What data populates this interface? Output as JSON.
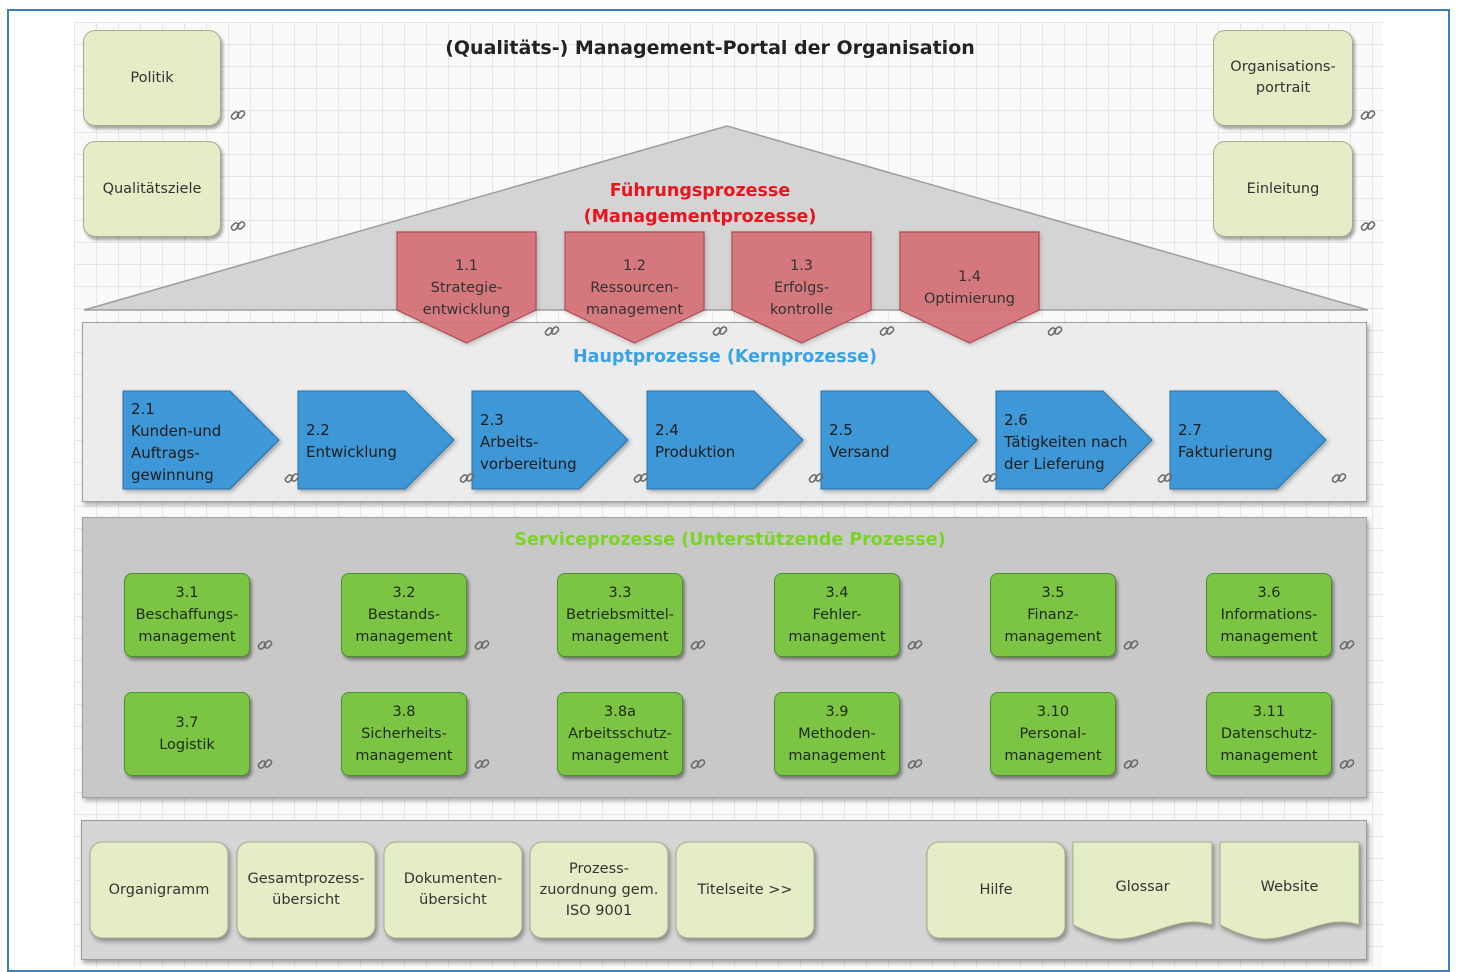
{
  "title": "(Qualitäts-) Management-Portal der Organisation",
  "left_boxes": [
    {
      "label": "Politik"
    },
    {
      "label": "Qualitätsziele"
    }
  ],
  "right_boxes": [
    {
      "label": "Organisations-\nportrait"
    },
    {
      "label": "Einleitung"
    }
  ],
  "management": {
    "title": "Führungsprozesse\n(Managementprozesse)",
    "color": "#e8141e",
    "items": [
      {
        "label": "1.1\nStrategie-\nentwicklung"
      },
      {
        "label": "1.2\nRessourcen-\nmanagement"
      },
      {
        "label": "1.3\nErfolgs-\nkontrolle"
      },
      {
        "label": "1.4\nOptimierung"
      }
    ]
  },
  "core": {
    "title": "Hauptprozesse (Kernprozesse)",
    "color": "#3ba3e5",
    "items": [
      {
        "label": "2.1\nKunden-und\nAuftrags-\ngewinnung"
      },
      {
        "label": "2.2\nEntwicklung"
      },
      {
        "label": "2.3\nArbeits-\nvorbereitung"
      },
      {
        "label": "2.4\nProduktion"
      },
      {
        "label": "2.5\nVersand"
      },
      {
        "label": "2.6\nTätigkeiten nach\nder Lieferung"
      },
      {
        "label": "2.7\nFakturierung"
      }
    ]
  },
  "service": {
    "title": "Serviceprozesse (Unterstützende Prozesse)",
    "color": "#7ad424",
    "items": [
      {
        "label": "3.1\nBeschaffungs-\nmanagement"
      },
      {
        "label": "3.2\nBestands-\nmanagement"
      },
      {
        "label": "3.3\nBetriebsmittel-\nmanagement"
      },
      {
        "label": "3.4\nFehler-\nmanagement"
      },
      {
        "label": "3.5\nFinanz-\nmanagement"
      },
      {
        "label": "3.6\nInformations-\nmanagement"
      },
      {
        "label": "3.7\nLogistik"
      },
      {
        "label": "3.8\nSicherheits-\nmanagement"
      },
      {
        "label": "3.8a\nArbeitsschutz-\nmanagement"
      },
      {
        "label": "3.9\nMethoden-\nmanagement"
      },
      {
        "label": "3.10\nPersonal-\nmanagement"
      },
      {
        "label": "3.11\nDatenschutz-\nmanagement"
      }
    ]
  },
  "bottom": {
    "left_items": [
      {
        "label": "Organigramm"
      },
      {
        "label": "Gesamtprozess-\nübersicht"
      },
      {
        "label": "Dokumenten-\nübersicht"
      },
      {
        "label": "Prozess-\nzuordnung gem.\nISO 9001"
      },
      {
        "label": "Titelseite >>"
      }
    ],
    "right_items": [
      {
        "label": "Hilfe"
      },
      {
        "label": "Glossar"
      },
      {
        "label": "Website"
      }
    ]
  },
  "icons": {
    "link": "link-icon"
  }
}
